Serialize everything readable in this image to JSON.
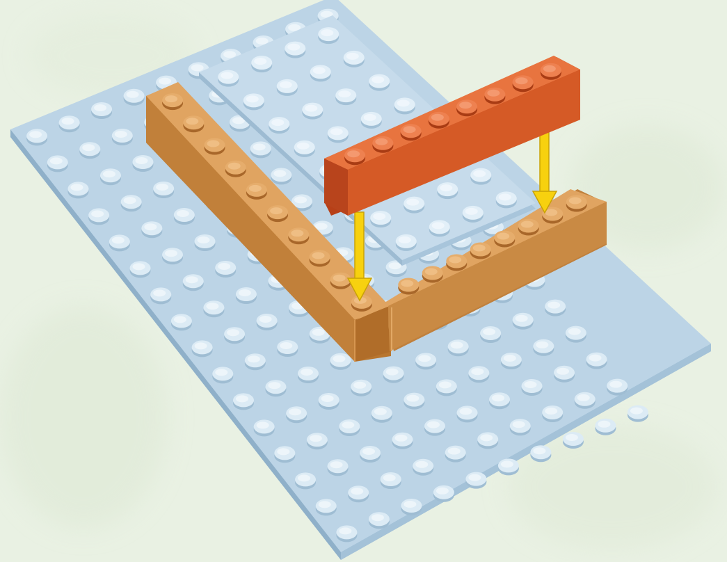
{
  "diagram": {
    "type": "brick-assembly-instruction",
    "text": "",
    "baseplate": {
      "color": "#bcd4e6",
      "studs_wide": 10,
      "studs_long": 16
    },
    "raised_plate": {
      "color": "#c6dbeb",
      "studs_wide": 4,
      "studs_long": 8
    },
    "bricks": [
      {
        "id": "brick-long-left",
        "color": "#cf8e44",
        "studs": 10,
        "placed": true
      },
      {
        "id": "brick-front",
        "color": "#cf8e44",
        "studs": 8,
        "placed": true
      },
      {
        "id": "brick-new-red",
        "color": "#d9602a",
        "studs": 8,
        "placed": false
      }
    ],
    "arrows": {
      "color": "#f7d10f",
      "count": 2,
      "direction": "down"
    }
  }
}
